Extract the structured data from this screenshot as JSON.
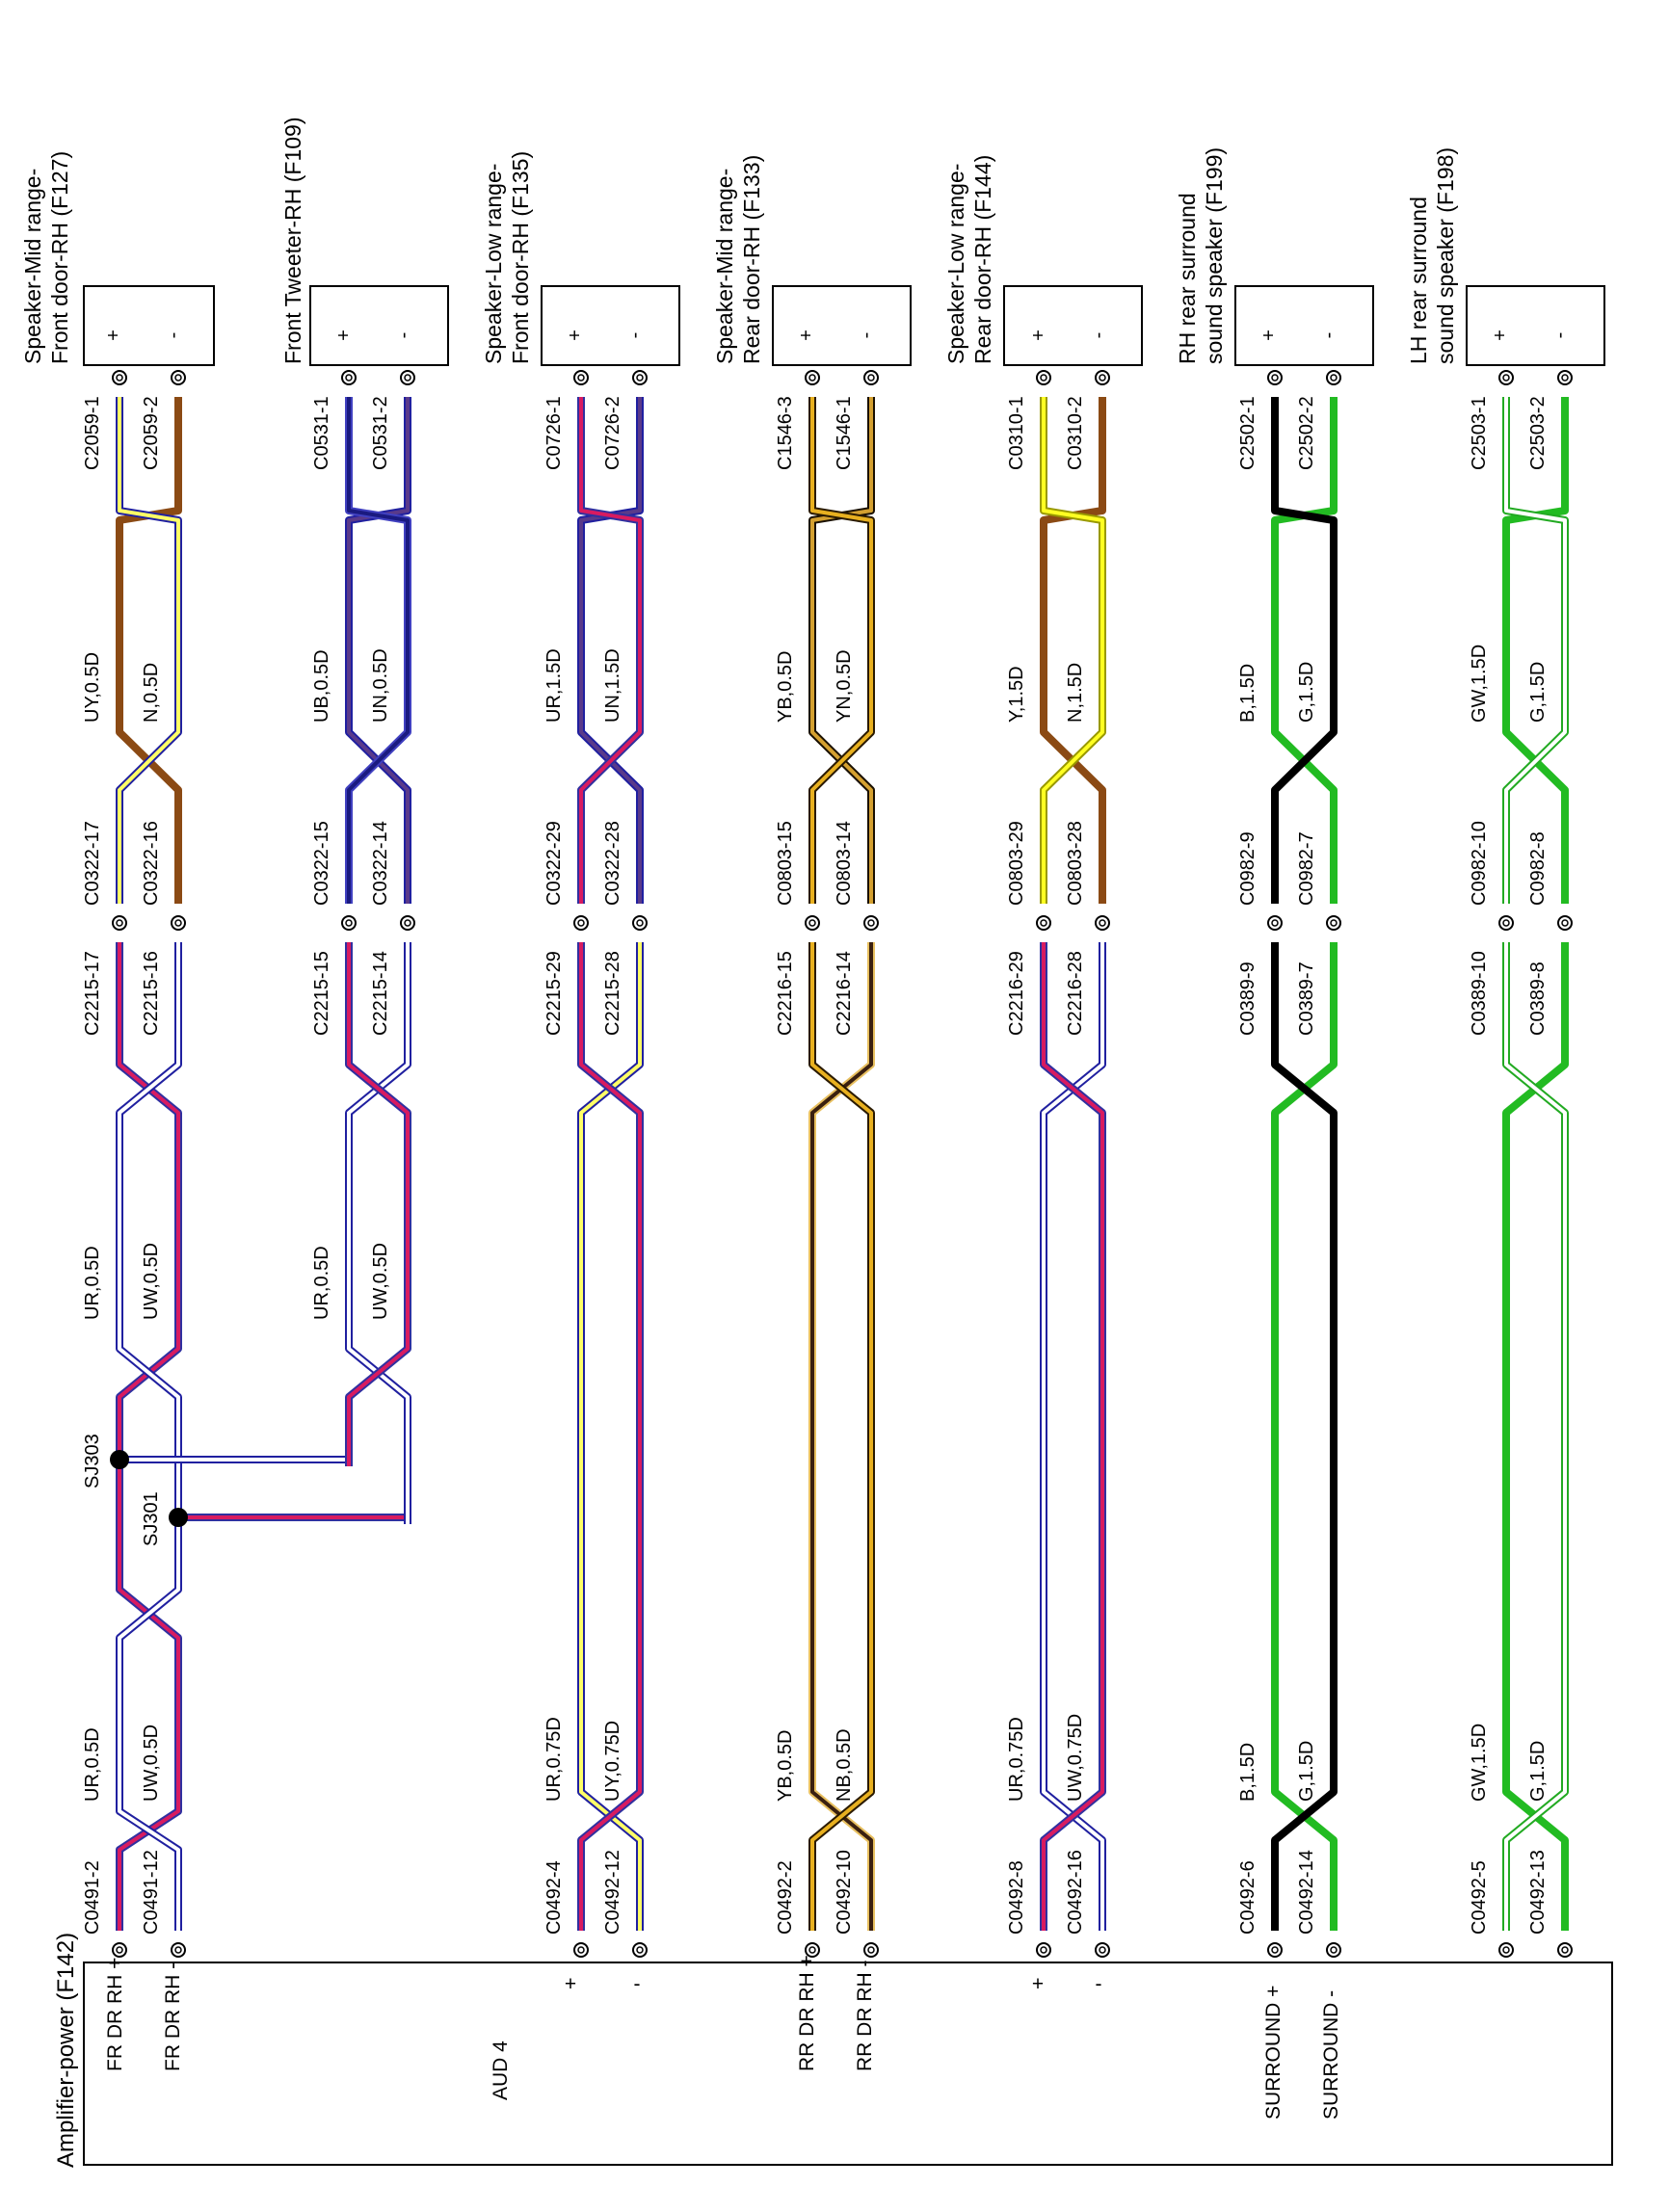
{
  "amplifier": {
    "title": "Amplifier-power (F142)",
    "labels": {
      "fr_pos": "FR DR RH +",
      "fr_neg": "FR DR RH -",
      "aud4": "AUD 4",
      "aud4_pos": "+",
      "aud4_neg": "-",
      "rr_pos": "RR DR RH +",
      "rr_neg": "RR DR RH -",
      "ch4_pos": "+",
      "ch4_neg": "-",
      "sur_pos": "SURROUND +",
      "sur_neg": "SURROUND -"
    }
  },
  "speakers": [
    {
      "id": "mid-front",
      "title_lines": [
        "Speaker-Mid range-",
        "Front door-RH (F127)"
      ],
      "plus": "+",
      "minus": "-"
    },
    {
      "id": "tweeter",
      "title_lines": [
        "Front Tweeter-RH (F109)"
      ],
      "plus": "+",
      "minus": "-"
    },
    {
      "id": "low-front",
      "title_lines": [
        "Speaker-Low range-",
        "Front door-RH (F135)"
      ],
      "plus": "+",
      "minus": "-"
    },
    {
      "id": "mid-rear",
      "title_lines": [
        "Speaker-Mid range-",
        "Rear door-RH (F133)"
      ],
      "plus": "+",
      "minus": "-"
    },
    {
      "id": "low-rear",
      "title_lines": [
        "Speaker-Low range-",
        "Rear door-RH (F144)"
      ],
      "plus": "+",
      "minus": "-"
    },
    {
      "id": "rh-surround",
      "title_lines": [
        "RH rear surround",
        "sound speaker (F199)"
      ],
      "plus": "+",
      "minus": "-"
    },
    {
      "id": "lh-surround",
      "title_lines": [
        "LH rear surround",
        "sound speaker (F198)"
      ],
      "plus": "+",
      "minus": "-"
    }
  ],
  "wires": [
    {
      "id": "fr-pos",
      "segments": [
        {
          "from": "C0491-2",
          "label": "UR,0.5D",
          "color": "#cc1155",
          "stripe": null
        },
        {
          "splice": "SJ303",
          "label": "UR,0.5D",
          "color": "#cc1155",
          "stripe": null
        },
        {
          "from": "C2215-17",
          "to": "C0322-17",
          "label": "UY,0.5D",
          "color": "#ffffff",
          "stripe": "#22228a"
        },
        {
          "to": "C2059-1",
          "label": "",
          "color": "#8b4513",
          "stripe": null
        }
      ]
    },
    {
      "id": "fr-neg",
      "segments": [
        {
          "from": "C0491-12",
          "label": "UW,0.5D",
          "color": "#ffffff",
          "stripe": "#22228a"
        },
        {
          "splice": "SJ301",
          "label": "UW,0.5D",
          "color": "#ffffff",
          "stripe": "#22228a"
        },
        {
          "from": "C2215-16",
          "to": "C0322-16",
          "label": "N,0.5D",
          "color": "#8b4513",
          "stripe": null
        },
        {
          "to": "C2059-2",
          "label": "",
          "color": "#ffff55",
          "stripe": "#999900"
        }
      ]
    }
  ],
  "channels": [
    {
      "id": "front-mid",
      "plus_wires": [
        "UR,0.5D",
        "UR,0.5D",
        "UY,0.5D"
      ],
      "minus_wires": [
        "UW,0.5D",
        "UW,0.5D",
        "N,0.5D"
      ],
      "connectors": {
        "amp_plus": "C0491-2",
        "amp_minus": "C0491-12",
        "mid_plus": "C2215-17",
        "mid_minus": "C2215-16",
        "inline_plus": "C0322-17",
        "inline_minus": "C0322-16",
        "spk_plus": "C2059-1",
        "spk_minus": "C2059-2"
      },
      "splices": [
        "SJ303",
        "SJ301"
      ]
    },
    {
      "id": "tweeter",
      "plus_wires": [
        "UR,0.5D",
        "UB,0.5D"
      ],
      "minus_wires": [
        "UW,0.5D",
        "UN,0.5D"
      ],
      "connectors": {
        "mid_plus": "C2215-15",
        "mid_minus": "C2215-14",
        "inline_plus": "C0322-15",
        "inline_minus": "C0322-14",
        "spk_plus": "C0531-1",
        "spk_minus": "C0531-2"
      }
    },
    {
      "id": "front-low",
      "plus_wires": [
        "UR,0.75D",
        "UR,1.5D"
      ],
      "minus_wires": [
        "UY,0.75D",
        "UN,1.5D"
      ],
      "connectors": {
        "amp_plus": "C0492-4",
        "amp_minus": "C0492-12",
        "mid_plus": "C2215-29",
        "mid_minus": "C2215-28",
        "inline_plus": "C0322-29",
        "inline_minus": "C0322-28",
        "spk_plus": "C0726-1",
        "spk_minus": "C0726-2"
      }
    },
    {
      "id": "rear-mid",
      "plus_wires": [
        "YB,0.5D",
        "YB,0.5D"
      ],
      "minus_wires": [
        "NB,0.5D",
        "YN,0.5D"
      ],
      "connectors": {
        "amp_plus": "C0492-2",
        "amp_minus": "C0492-10",
        "mid_plus": "C2216-15",
        "mid_minus": "C2216-14",
        "inline_plus": "C0803-15",
        "inline_minus": "C0803-14",
        "spk_plus": "C1546-3",
        "spk_minus": "C1546-1"
      }
    },
    {
      "id": "rear-low",
      "plus_wires": [
        "UR,0.75D",
        "Y,1.5D"
      ],
      "minus_wires": [
        "UW,0.75D",
        "N,1.5D"
      ],
      "connectors": {
        "amp_plus": "C0492-8",
        "amp_minus": "C0492-16",
        "mid_plus": "C2216-29",
        "mid_minus": "C2216-28",
        "inline_plus": "C0803-29",
        "inline_minus": "C0803-28",
        "spk_plus": "C0310-1",
        "spk_minus": "C0310-2"
      }
    },
    {
      "id": "rh-surround",
      "plus_wires": [
        "B,1.5D",
        "B,1.5D"
      ],
      "minus_wires": [
        "G,1.5D",
        "G,1.5D"
      ],
      "connectors": {
        "amp_plus": "C0492-6",
        "amp_minus": "C0492-14",
        "mid_plus": "C0389-9",
        "mid_minus": "C0389-7",
        "inline_plus": "C0982-9",
        "inline_minus": "C0982-7",
        "spk_plus": "C2502-1",
        "spk_minus": "C2502-2"
      }
    },
    {
      "id": "lh-surround",
      "plus_wires": [
        "GW,1.5D",
        "GW,1.5D"
      ],
      "minus_wires": [
        "G,1.5D",
        "G,1.5D"
      ],
      "connectors": {
        "amp_plus": "C0492-5",
        "amp_minus": "C0492-13",
        "mid_plus": "C0389-10",
        "mid_minus": "C0389-8",
        "inline_plus": "C0982-10",
        "inline_minus": "C0982-8",
        "spk_plus": "C2503-1",
        "spk_minus": "C2503-2"
      }
    }
  ]
}
